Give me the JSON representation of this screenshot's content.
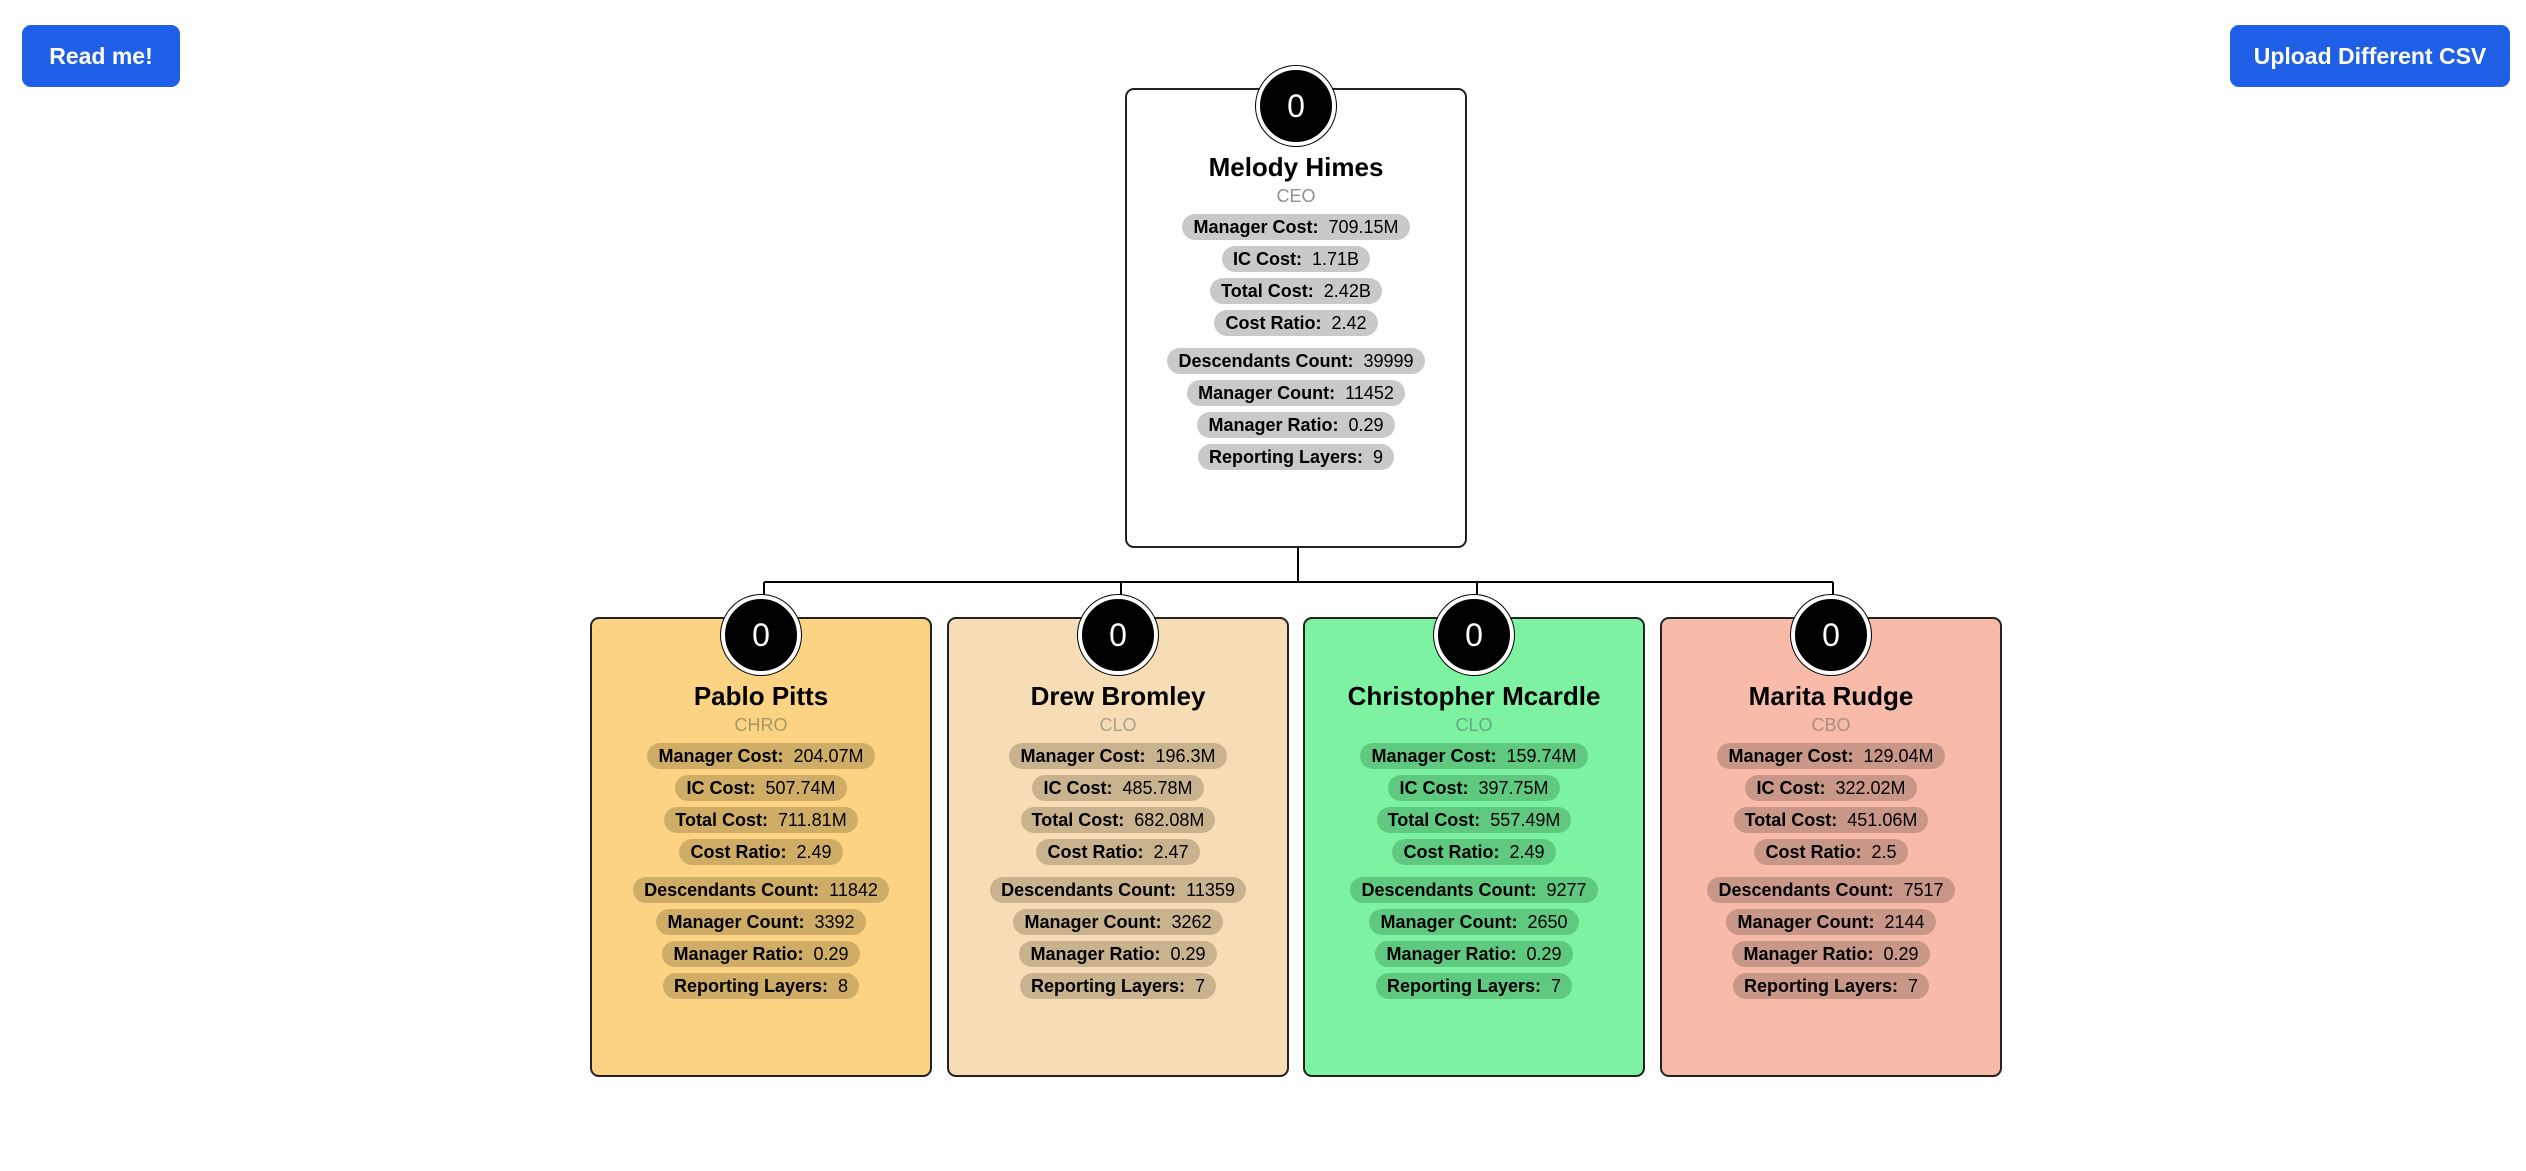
{
  "header": {
    "readme_label": "Read me!",
    "upload_label": "Upload Different CSV"
  },
  "stat_labels": {
    "manager_cost": "Manager Cost:",
    "ic_cost": "IC Cost:",
    "total_cost": "Total Cost:",
    "cost_ratio": "Cost Ratio:",
    "descendants_count": "Descendants Count:",
    "manager_count": "Manager Count:",
    "manager_ratio": "Manager Ratio:",
    "reporting_layers": "Reporting Layers:"
  },
  "colors": {
    "button": "#1f5fe8",
    "root_card": "#ffffff",
    "chro_card": "#fcd383",
    "clo_card_1": "#f7ddb6",
    "clo_card_2": "#7df2a1",
    "cbo_card": "#f8bba9"
  },
  "root": {
    "badge": "0",
    "name": "Melody Himes",
    "title": "CEO",
    "manager_cost": "709.15M",
    "ic_cost": "1.71B",
    "total_cost": "2.42B",
    "cost_ratio": "2.42",
    "descendants_count": "39999",
    "manager_count": "11452",
    "manager_ratio": "0.29",
    "reporting_layers": "9"
  },
  "children": [
    {
      "badge": "0",
      "name": "Pablo Pitts",
      "title": "CHRO",
      "manager_cost": "204.07M",
      "ic_cost": "507.74M",
      "total_cost": "711.81M",
      "cost_ratio": "2.49",
      "descendants_count": "11842",
      "manager_count": "3392",
      "manager_ratio": "0.29",
      "reporting_layers": "8"
    },
    {
      "badge": "0",
      "name": "Drew Bromley",
      "title": "CLO",
      "manager_cost": "196.3M",
      "ic_cost": "485.78M",
      "total_cost": "682.08M",
      "cost_ratio": "2.47",
      "descendants_count": "11359",
      "manager_count": "3262",
      "manager_ratio": "0.29",
      "reporting_layers": "7"
    },
    {
      "badge": "0",
      "name": "Christopher Mcardle",
      "title": "CLO",
      "manager_cost": "159.74M",
      "ic_cost": "397.75M",
      "total_cost": "557.49M",
      "cost_ratio": "2.49",
      "descendants_count": "9277",
      "manager_count": "2650",
      "manager_ratio": "0.29",
      "reporting_layers": "7"
    },
    {
      "badge": "0",
      "name": "Marita Rudge",
      "title": "CBO",
      "manager_cost": "129.04M",
      "ic_cost": "322.02M",
      "total_cost": "451.06M",
      "cost_ratio": "2.5",
      "descendants_count": "7517",
      "manager_count": "2144",
      "manager_ratio": "0.29",
      "reporting_layers": "7"
    }
  ]
}
